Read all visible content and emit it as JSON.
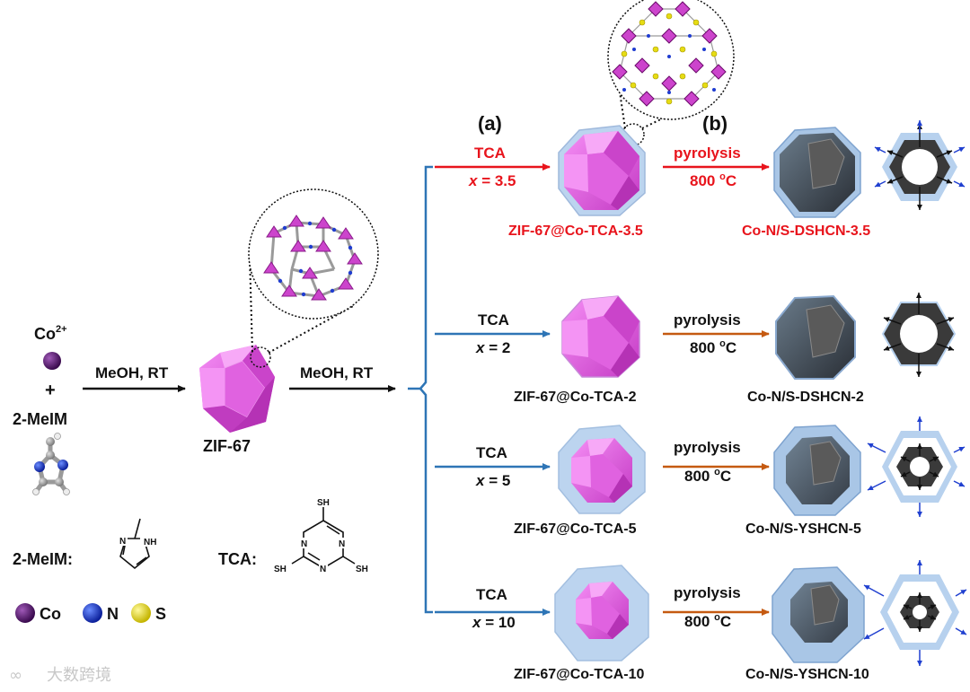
{
  "panel_labels": {
    "a": "(a)",
    "b": "(b)"
  },
  "left": {
    "co_ion": "Co",
    "co_charge": "2+",
    "plus": "+",
    "ligand": "2-MeIM",
    "step1": "MeOH, RT",
    "step2": "MeOH, RT",
    "product": "ZIF-67"
  },
  "structures": {
    "meim_label": "2-MeIM:",
    "meim_nh": "NH",
    "meim_n": "N",
    "tca_label": "TCA:",
    "tca_sh": "SH",
    "tca_n": "N"
  },
  "legend": {
    "co": "Co",
    "n": "N",
    "s": "S"
  },
  "colors": {
    "highlight": "#e8141c",
    "branch": "#2e75b6",
    "pyrolysis_arrow": "#c55a11",
    "zif": "#d64fd6",
    "shell": "#b7d1ee",
    "carbon": "#3a3a3a",
    "co": "#5a1a6e",
    "n": "#1f3cd0",
    "s": "#e6dc14"
  },
  "rows": [
    {
      "reagent": "TCA",
      "x_var": "x",
      "x_rest": " = 3.5",
      "conditions": "pyrolysis",
      "temperature": "800",
      "temp_sup": "o",
      "temp_unit": "C",
      "precursor": "ZIF-67@Co-TCA-3.5",
      "product": "Co-N/S-DSHCN-3.5",
      "highlight": true
    },
    {
      "reagent": "TCA",
      "x_var": "x",
      "x_rest": " = 2",
      "conditions": "pyrolysis",
      "temperature": "800",
      "temp_sup": "o",
      "temp_unit": "C",
      "precursor": "ZIF-67@Co-TCA-2",
      "product": "Co-N/S-DSHCN-2",
      "highlight": false
    },
    {
      "reagent": "TCA",
      "x_var": "x",
      "x_rest": " = 5",
      "conditions": "pyrolysis",
      "temperature": "800",
      "temp_sup": "o",
      "temp_unit": "C",
      "precursor": "ZIF-67@Co-TCA-5",
      "product": "Co-N/S-YSHCN-5",
      "highlight": false
    },
    {
      "reagent": "TCA",
      "x_var": "x",
      "x_rest": " = 10",
      "conditions": "pyrolysis",
      "temperature": "800",
      "temp_sup": "o",
      "temp_unit": "C",
      "precursor": "ZIF-67@Co-TCA-10",
      "product": "Co-N/S-YSHCN-10",
      "highlight": false
    }
  ],
  "watermark": "大数跨境"
}
